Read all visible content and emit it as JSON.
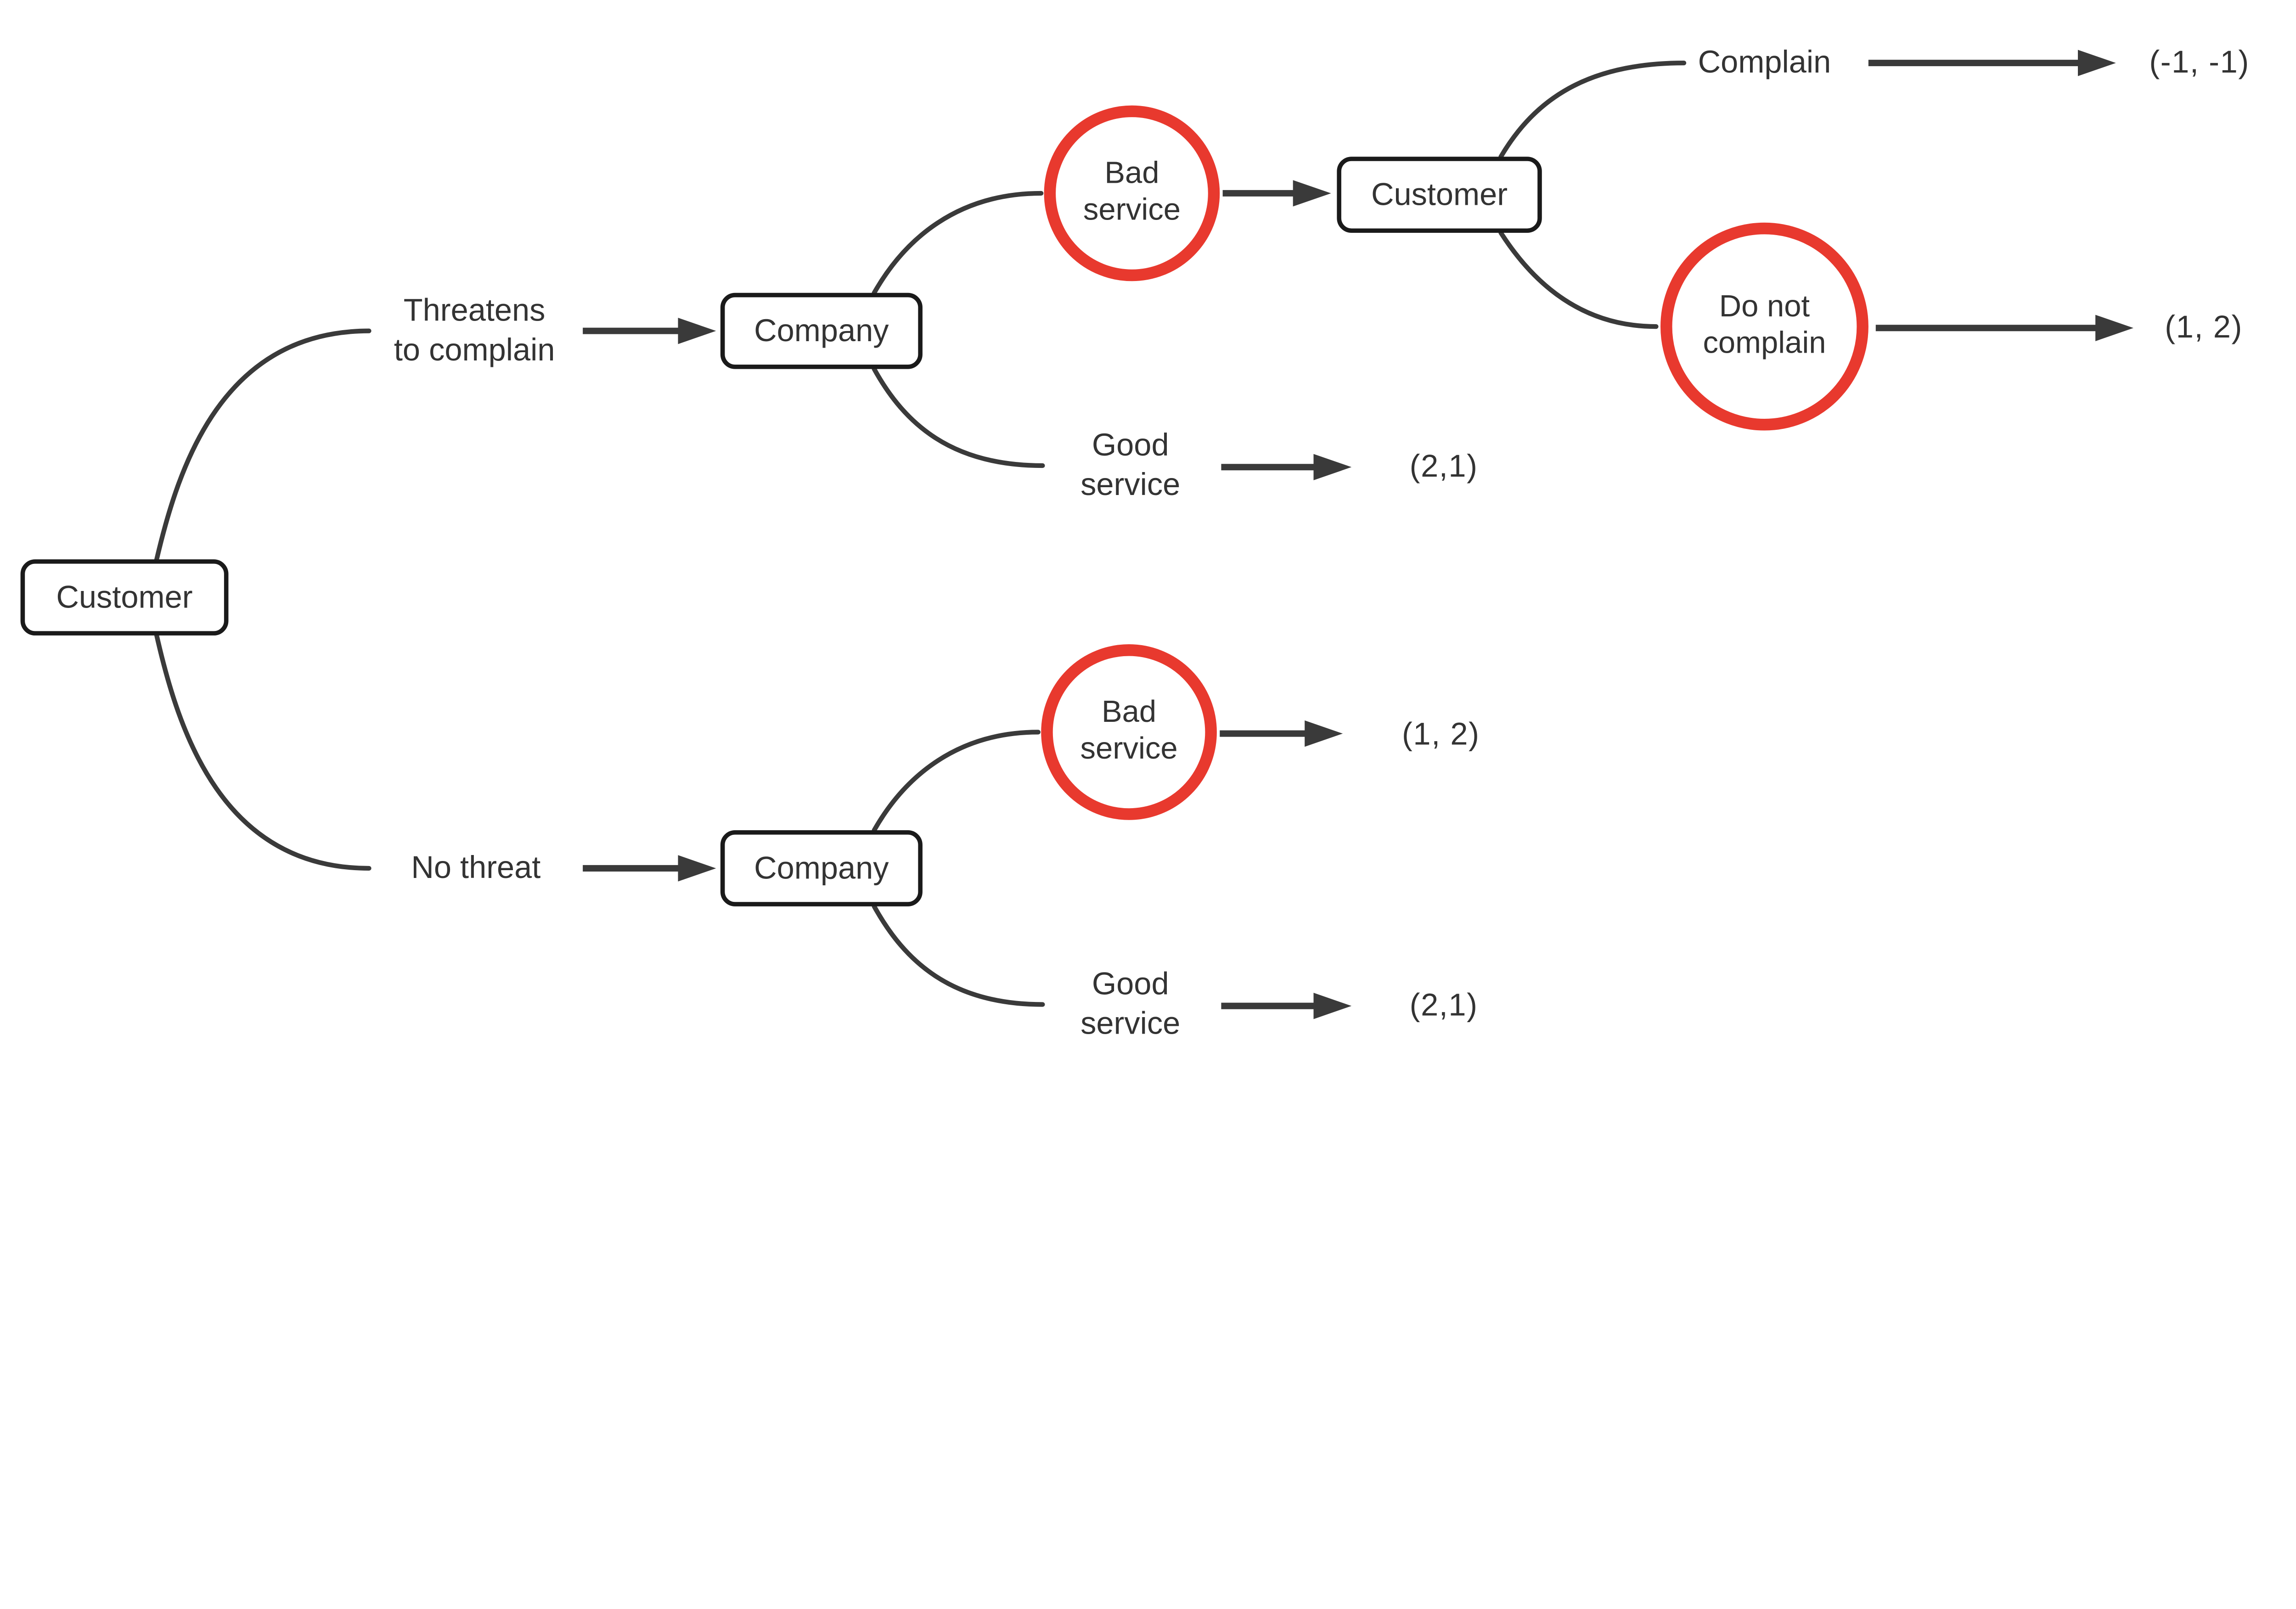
{
  "diagram": {
    "title": "customer-company service decision tree",
    "colors": {
      "background": "#ffffff",
      "edge": "#3a3a3a",
      "node_border": "#1a1a1a",
      "text": "#333333",
      "highlight_red": "#e8392e"
    },
    "nodes": {
      "root_customer": {
        "label": "Customer"
      },
      "company_top": {
        "label": "Company"
      },
      "customer_mid": {
        "label": "Customer"
      },
      "company_bottom": {
        "label": "Company"
      }
    },
    "highlighted_nodes": {
      "bad_service_top": {
        "label": "Bad\nservice"
      },
      "do_not_complain": {
        "label": "Do not\ncomplain"
      },
      "bad_service_bottom": {
        "label": "Bad\nservice"
      }
    },
    "edge_labels": {
      "threatens_to_complain": {
        "label": "Threatens\nto complain"
      },
      "complain": {
        "label": "Complain"
      },
      "good_service_top": {
        "label": "Good\nservice"
      },
      "no_threat": {
        "label": "No threat"
      },
      "good_service_bottom": {
        "label": "Good\nservice"
      }
    },
    "payoffs": {
      "complain_payoff": {
        "label": "(-1, -1)"
      },
      "do_not_complain_payoff": {
        "label": "(1, 2)"
      },
      "good_service_top_payoff": {
        "label": "(2,1)"
      },
      "bad_service_bottom_payoff": {
        "label": "(1, 2)"
      },
      "good_service_bottom_payoff": {
        "label": "(2,1)"
      }
    }
  }
}
